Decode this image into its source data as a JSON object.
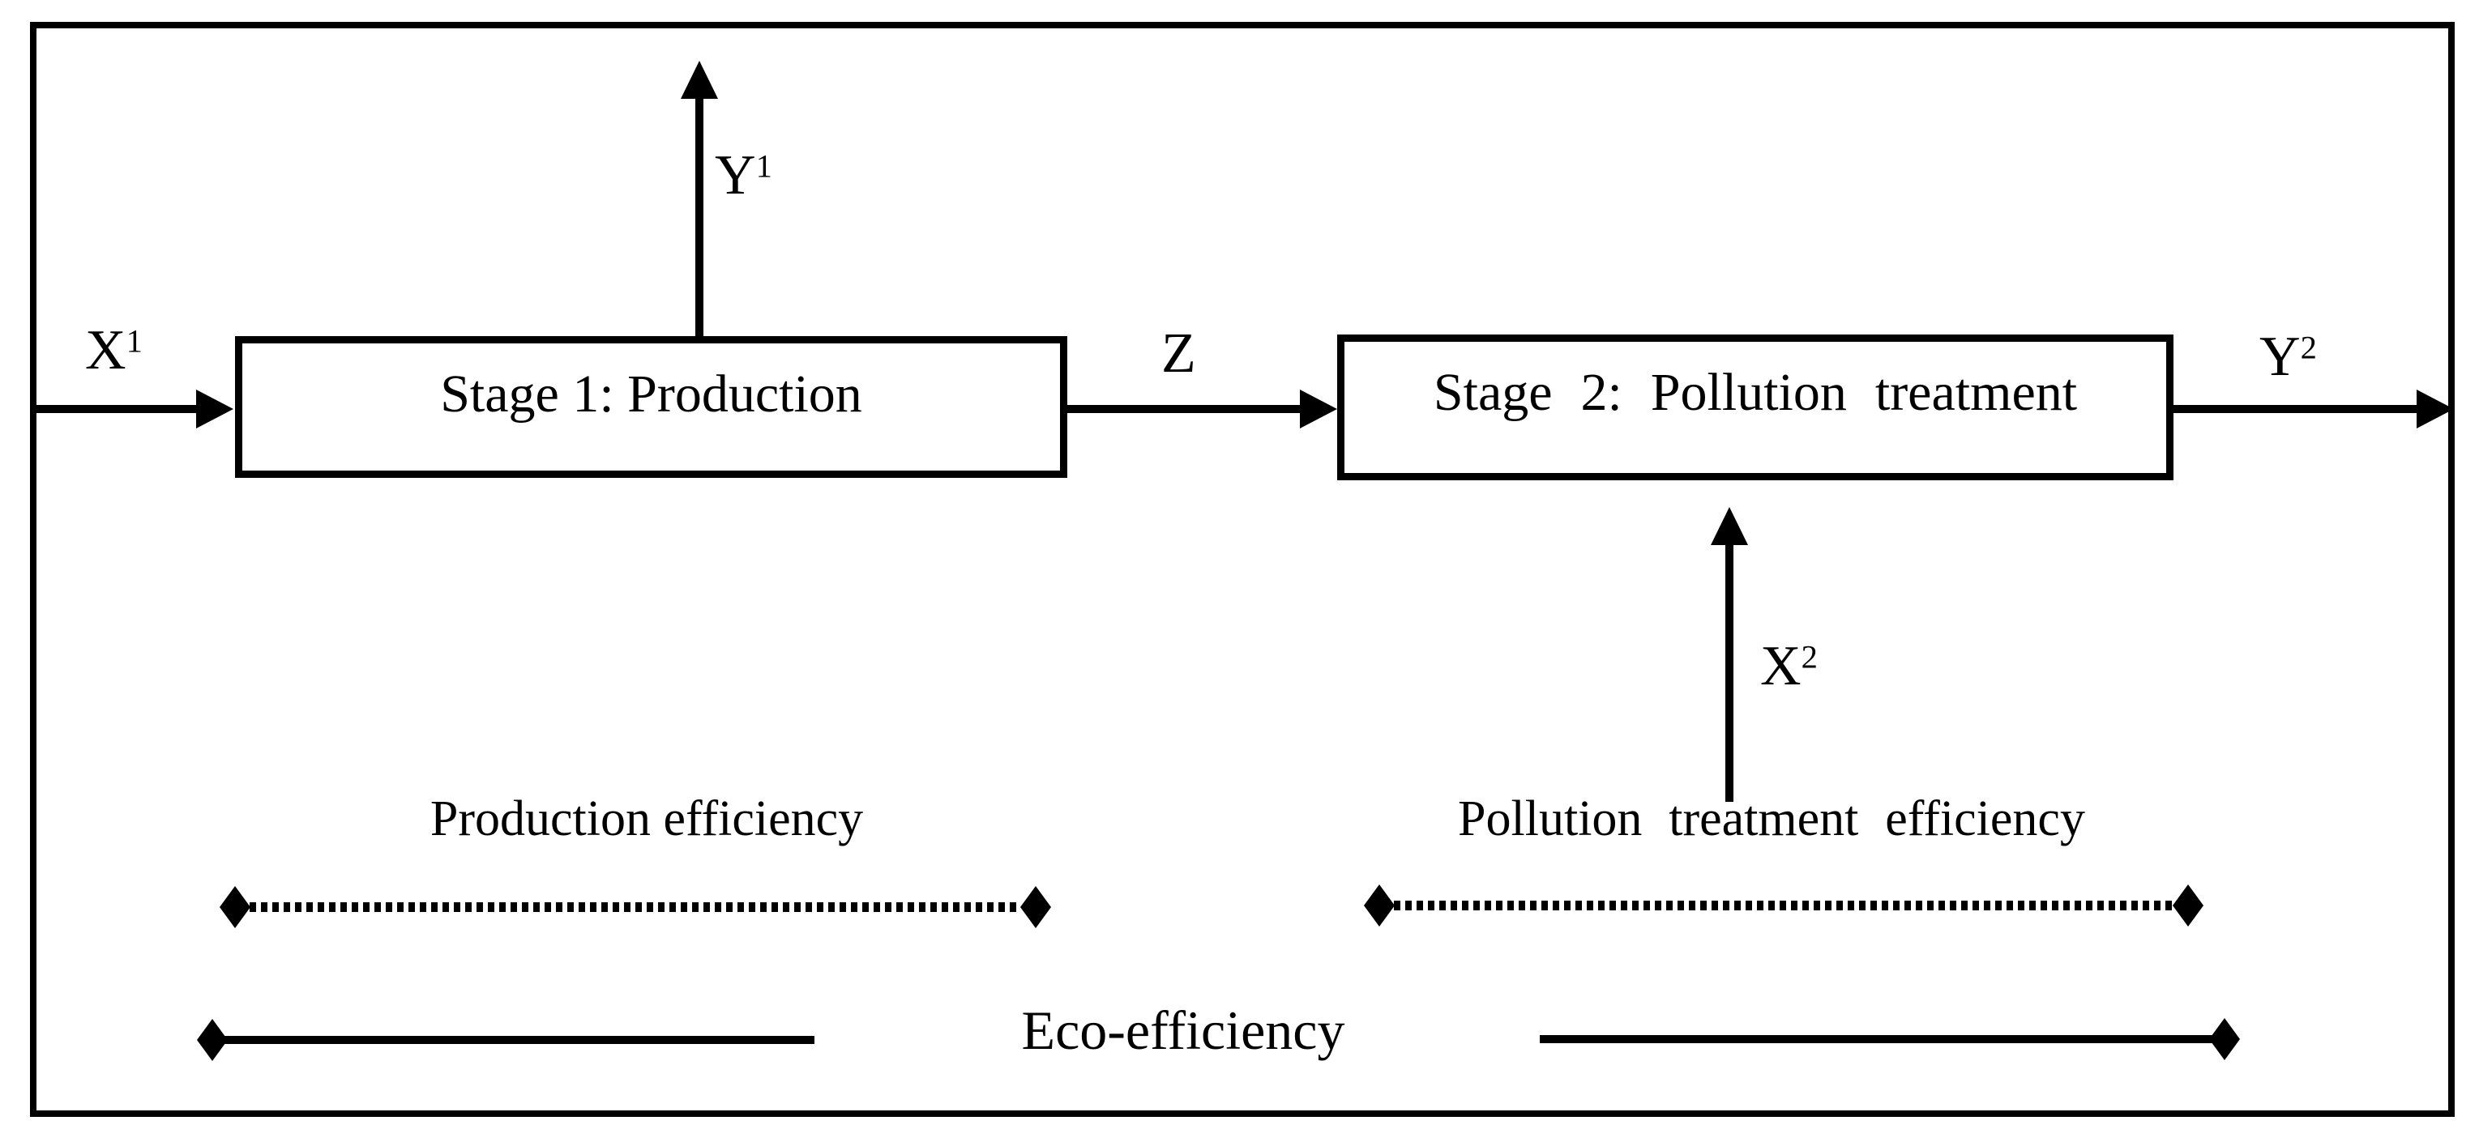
{
  "diagram": {
    "stage1": {
      "label": "Stage 1: Production"
    },
    "stage2": {
      "label": "Stage 2: Pollution treatment"
    },
    "flows": {
      "x1": {
        "base": "X",
        "sup": "1"
      },
      "y1": {
        "base": "Y",
        "sup": "1"
      },
      "z": {
        "base": "Z",
        "sup": ""
      },
      "x2": {
        "base": "X",
        "sup": "2"
      },
      "y2": {
        "base": "Y",
        "sup": "2"
      }
    },
    "efficiency": {
      "production": "Production efficiency",
      "pollution_treatment": "Pollution treatment efficiency",
      "eco": "Eco-efficiency"
    },
    "colors": {
      "ink": "#000000",
      "background": "#ffffff"
    }
  }
}
